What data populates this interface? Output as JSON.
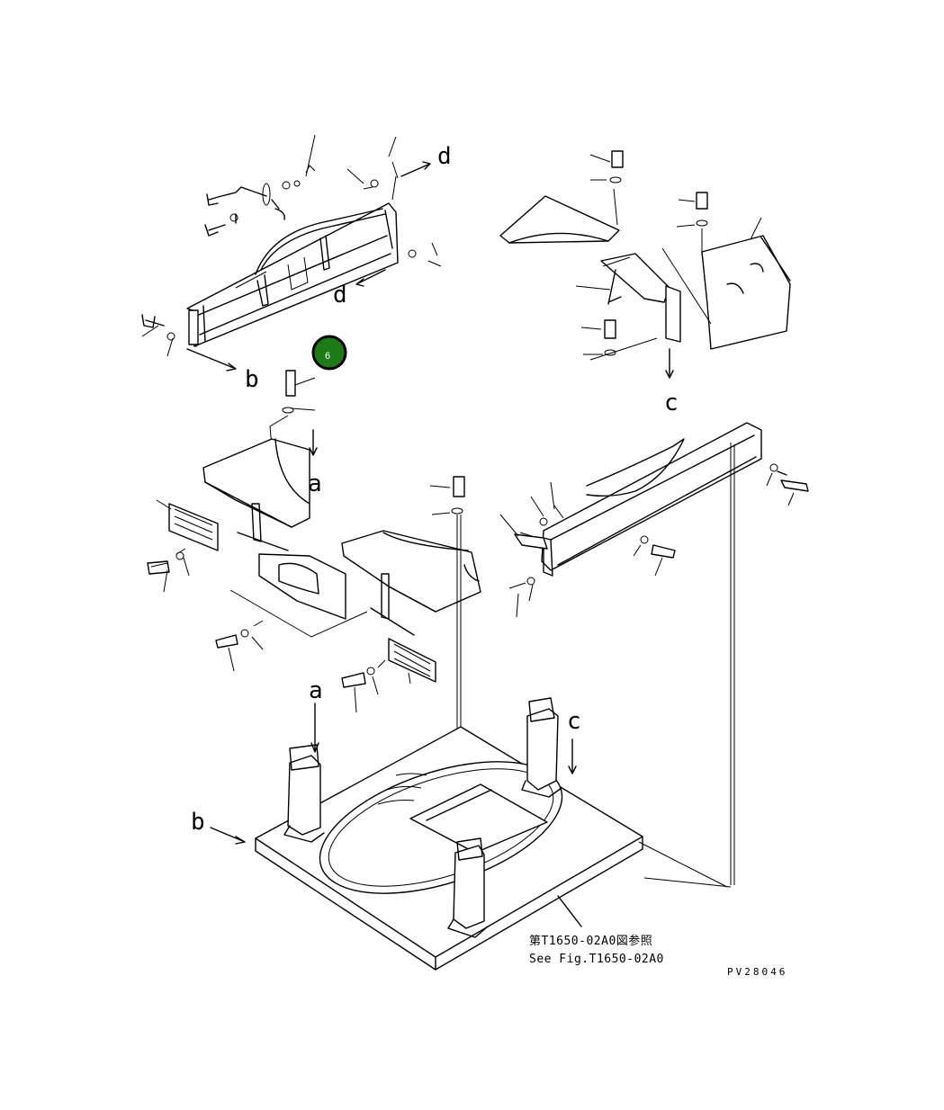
{
  "diagram": {
    "ref_labels": {
      "a_top": "a",
      "a_bottom": "a",
      "b_top": "b",
      "b_bottom": "b",
      "c_top": "c",
      "c_bottom": "c",
      "d_top": "d",
      "d_mid": "d"
    },
    "note_jp": "第T1650-02A0図参照",
    "note_en": "See Fig.T1650-02A0",
    "drawing_code": "PV28046",
    "hotspot": {
      "number": "6",
      "color": "#1d7a17"
    }
  }
}
